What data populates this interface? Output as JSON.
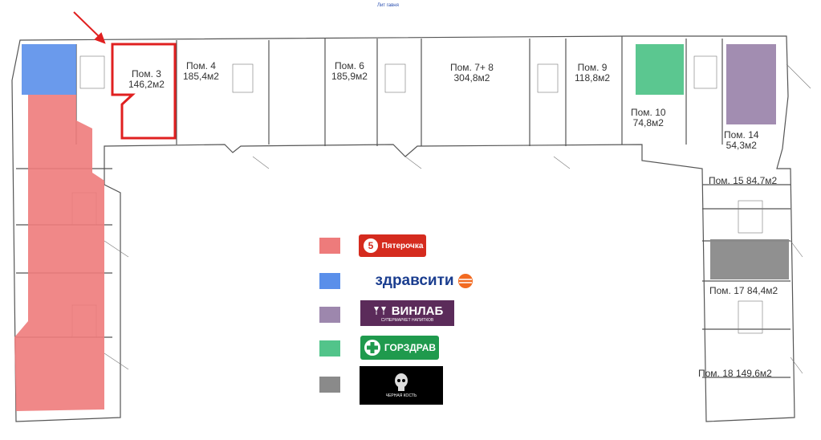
{
  "top_note": "Лит гавня",
  "units": [
    {
      "name": "Пом. 3",
      "area": "146,2м2"
    },
    {
      "name": "Пом. 4",
      "area": "185,4м2"
    },
    {
      "name": "Пом. 6",
      "area": "185,9м2"
    },
    {
      "name": "Пом. 7+ 8",
      "area": "304,8м2"
    },
    {
      "name": "Пом. 9",
      "area": "118,8м2"
    },
    {
      "name": "Пом. 10",
      "area": "74,8м2"
    },
    {
      "name": "Пом. 14",
      "area": "54,3м2"
    },
    {
      "name": "Пом. 15 84,7м2",
      "area": ""
    },
    {
      "name": "Пом. 17 84,4м2",
      "area": ""
    },
    {
      "name": "Пом. 18 149,6м2",
      "area": ""
    }
  ],
  "legend": [
    {
      "color": "#ee7b7b",
      "brand": "Пятерочка",
      "brand_color": "#d52b1e",
      "icon": "pyaterochka-logo"
    },
    {
      "color": "#5a8fea",
      "brand": "здравсити",
      "brand_color": "#1a3d8f",
      "icon": "zdravcity-logo"
    },
    {
      "color": "#9d87ad",
      "brand": "ВИНЛАБ",
      "tagline": "СУПЕРМАРКЕТ НАПИТКОВ",
      "brand_color": "#5b2b5a",
      "icon": "winelab-logo"
    },
    {
      "color": "#52c48a",
      "brand": "ГОРЗДРАВ",
      "brand_color": "#1f9a4d",
      "icon": "gorzdrav-logo"
    },
    {
      "color": "#8a8a8a",
      "brand": "ЧЕРНАЯ КОСТЬ",
      "brand_color": "#000000",
      "icon": "skull-logo"
    }
  ],
  "zone_colors": {
    "highlight_outline": "#e02020",
    "arrow": "#e02020",
    "wall": "#444444"
  }
}
